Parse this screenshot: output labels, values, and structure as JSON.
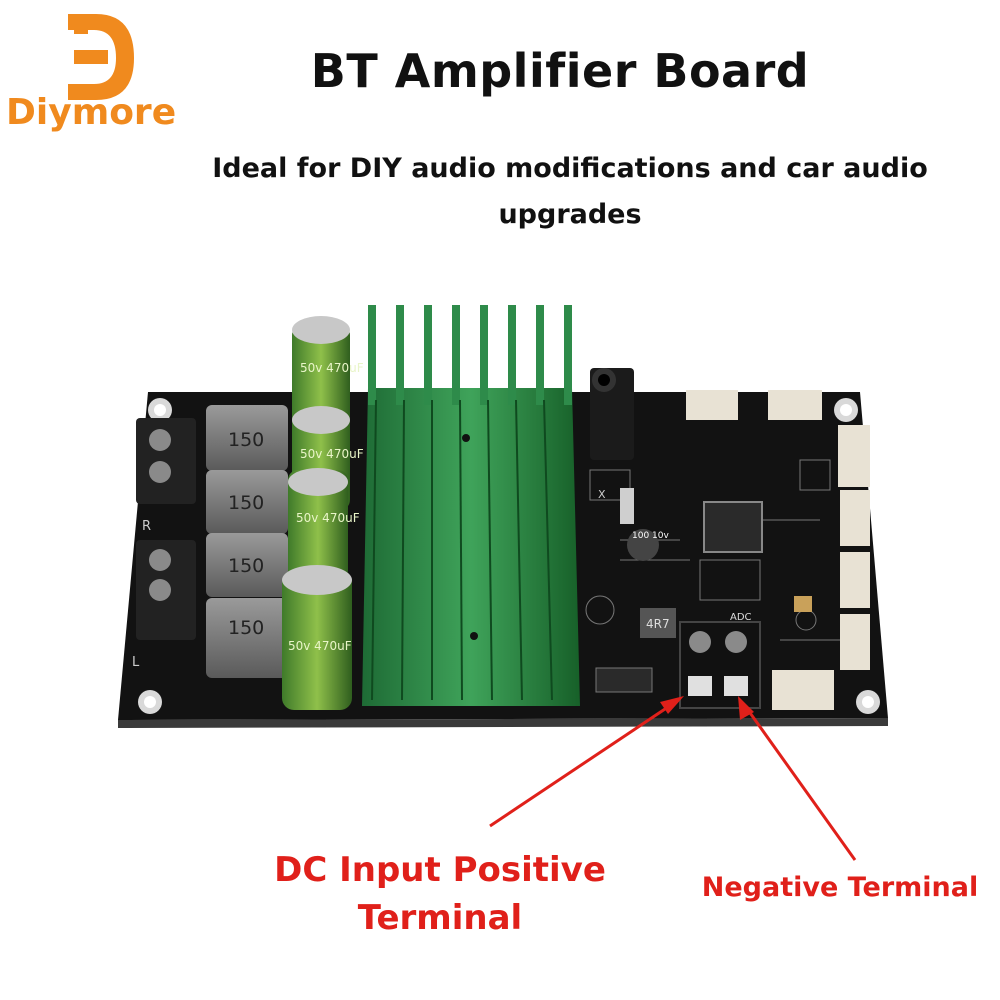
{
  "brand": {
    "name": "Diymore",
    "color": "#f08a1e"
  },
  "header": {
    "title": "BT Amplifier Board",
    "subtitle": "Ideal for DIY audio modifications and car audio upgrades"
  },
  "board": {
    "inductor_labels": [
      "150",
      "150",
      "150",
      "150"
    ],
    "small_inductor_label": "4R7",
    "capacitor_labels": [
      "50v 470uF",
      "50v 470uF",
      "50v 470uF",
      "50v 470uF"
    ],
    "small_cap_label": "100 10v",
    "adc_label": "ADC",
    "r_label": "R",
    "l_label": "L",
    "x_label": "X"
  },
  "annotations": {
    "positive_label": "DC Input Positive Terminal",
    "negative_label": "Negative Terminal",
    "arrow_color": "#e0201a"
  }
}
